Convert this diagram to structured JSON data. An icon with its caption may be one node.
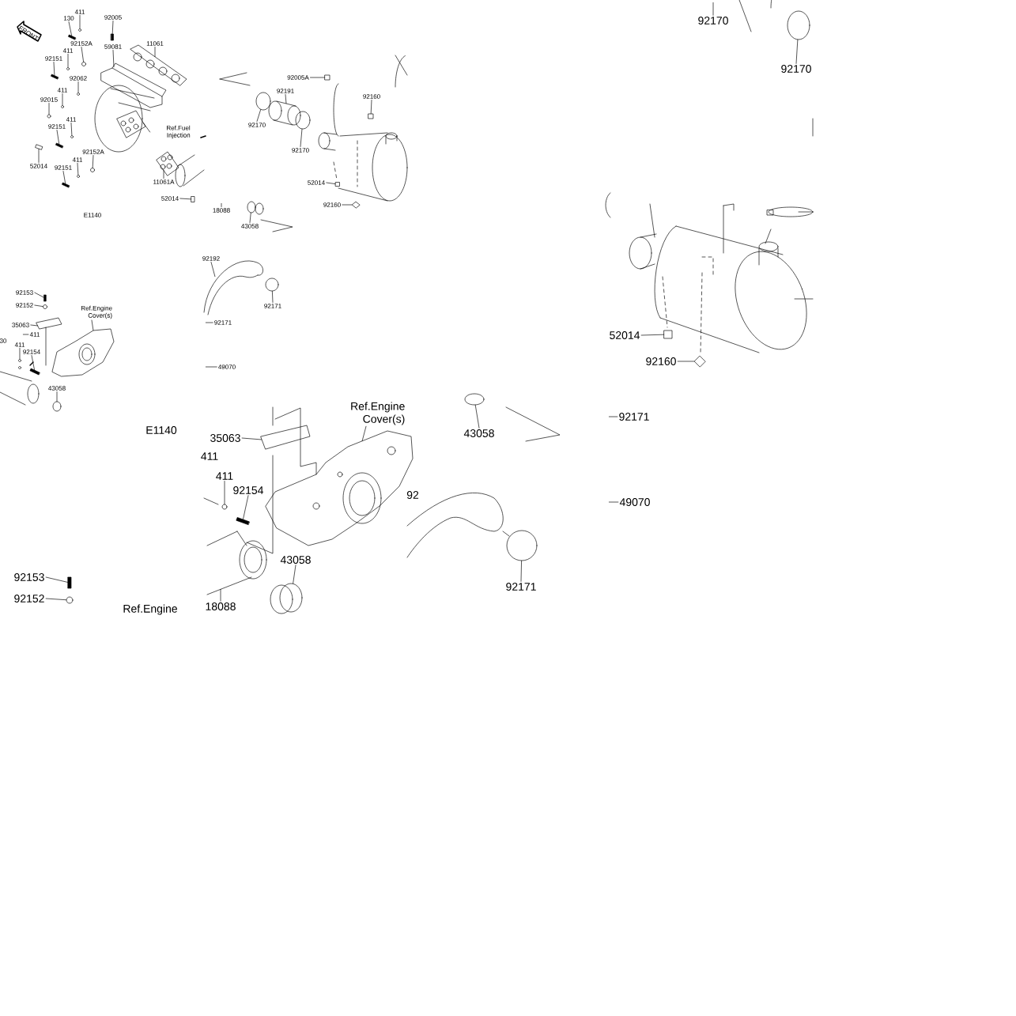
{
  "diagram": {
    "nodes": [
      {
        "text": [
          "130"
        ]
      },
      {
        "text": [
          "411"
        ]
      },
      {
        "text": [
          "92005"
        ]
      },
      {
        "text": [
          "92152A"
        ]
      },
      {
        "text": [
          "411"
        ]
      },
      {
        "text": [
          "92151"
        ]
      },
      {
        "text": [
          "59081"
        ]
      },
      {
        "text": [
          "11061"
        ]
      },
      {
        "text": [
          "92062"
        ]
      },
      {
        "text": [
          "411"
        ]
      },
      {
        "text": [
          "92015"
        ]
      },
      {
        "text": [
          "411"
        ]
      },
      {
        "text": [
          "92151"
        ]
      },
      {
        "text": [
          "Ref.Fuel Injection"
        ]
      },
      {
        "text": [
          "92152A"
        ]
      },
      {
        "text": [
          "411"
        ]
      },
      {
        "text": [
          "92151"
        ]
      },
      {
        "text": [
          "52014"
        ]
      },
      {
        "text": [
          "11061A"
        ]
      },
      {
        "text": [
          "52014"
        ]
      },
      {
        "text": [
          "92005A"
        ]
      },
      {
        "text": [
          "92191"
        ]
      },
      {
        "text": [
          "92170"
        ]
      },
      {
        "text": [
          "92170"
        ]
      },
      {
        "text": [
          "92160"
        ]
      },
      {
        "text": [
          "52014"
        ]
      },
      {
        "text": [
          "92160"
        ]
      },
      {
        "text": [
          "18088"
        ]
      },
      {
        "text": [
          "43058"
        ]
      },
      {
        "text": [
          "92153"
        ]
      },
      {
        "text": [
          "92152"
        ]
      },
      {
        "text": [
          "Ref.Engine Cover(s)"
        ]
      },
      {
        "text": [
          "35063"
        ]
      },
      {
        "text": [
          "411"
        ]
      },
      {
        "text": [
          "411"
        ]
      },
      {
        "text": [
          "92154"
        ]
      },
      {
        "text": [
          "43058"
        ]
      },
      {
        "text": [
          "92192"
        ]
      },
      {
        "text": [
          "92171"
        ]
      },
      {
        "text": [
          "92171"
        ]
      },
      {
        "text": [
          "49070"
        ]
      },
      {
        "text": [
          "Ref.Engine Cover(s)"
        ]
      },
      {
        "text": [
          "35063"
        ]
      },
      {
        "text": [
          "411"
        ]
      },
      {
        "text": [
          "92154"
        ]
      },
      {
        "text": [
          "43058"
        ]
      },
      {
        "text": [
          "18088"
        ]
      },
      {
        "text": [
          "43058"
        ]
      },
      {
        "text": [
          "92171"
        ]
      },
      {
        "text": [
          "92170"
        ]
      },
      {
        "text": [
          "92170"
        ]
      },
      {
        "text": [
          "52014"
        ]
      },
      {
        "text": [
          "92160"
        ]
      },
      {
        "text": [
          "92171"
        ]
      },
      {
        "text": [
          "49070"
        ]
      },
      {
        "text": [
          "92153"
        ]
      },
      {
        "text": [
          "92152"
        ]
      },
      {
        "text": [],
        "shape": "bolt"
      },
      {
        "text": [],
        "shape": "circle"
      },
      {
        "text": [],
        "shape": "bolt"
      },
      {
        "text": [],
        "shape": "circle"
      },
      {
        "text": [],
        "shape": "circle"
      },
      {
        "text": [],
        "shape": "bolt"
      },
      {
        "text": [],
        "shape": "picture"
      },
      {
        "text": [],
        "shape": "picture"
      },
      {
        "text": [],
        "shape": "circle"
      },
      {
        "text": [],
        "shape": "circle"
      },
      {
        "text": [],
        "shape": "circle"
      },
      {
        "text": [],
        "shape": "circle"
      },
      {
        "text": [],
        "shape": "bolt"
      },
      {
        "text": [],
        "shape": "circle"
      },
      {
        "text": [],
        "shape": "circle"
      },
      {
        "text": [],
        "shape": "bolt"
      },
      {
        "text": [],
        "shape": "box"
      },
      {
        "text": [],
        "shape": "picture"
      },
      {
        "text": [],
        "shape": "box"
      },
      {
        "text": [],
        "shape": "box"
      },
      {
        "text": [],
        "shape": "picture"
      },
      {
        "text": [],
        "shape": "circle"
      },
      {
        "text": [],
        "shape": "circle"
      },
      {
        "text": [],
        "shape": "box"
      },
      {
        "text": [],
        "shape": "box"
      },
      {
        "text": [],
        "shape": "diamond"
      },
      {
        "text": [],
        "shape": "circle"
      },
      {
        "text": [],
        "shape": "bolt"
      },
      {
        "text": [],
        "shape": "circle"
      },
      {
        "text": [],
        "shape": "picture"
      },
      {
        "text": [],
        "shape": "picture"
      },
      {
        "text": [],
        "shape": "circle"
      },
      {
        "text": [],
        "shape": "bolt"
      },
      {
        "text": [],
        "shape": "circle"
      },
      {
        "text": [],
        "shape": "picture"
      },
      {
        "text": [],
        "shape": "circle"
      },
      {
        "text": [],
        "shape": "picture"
      },
      {
        "text": [],
        "shape": "picture"
      },
      {
        "text": [],
        "shape": "circle"
      },
      {
        "text": [],
        "shape": "bolt"
      },
      {
        "text": [],
        "shape": "circle"
      },
      {
        "text": [],
        "shape": "picture"
      },
      {
        "text": [],
        "shape": "circle"
      },
      {
        "text": [],
        "shape": "circle"
      },
      {
        "text": [],
        "shape": "circle"
      },
      {
        "text": [],
        "shape": "box"
      },
      {
        "text": [],
        "shape": "diamond"
      },
      {
        "text": [],
        "shape": "bolt"
      },
      {
        "text": [],
        "shape": "circle"
      },
      {
        "text": [],
        "shape": "picture"
      }
    ],
    "edges": [
      {
        "from": 0,
        "to": 57,
        "arrow": "none"
      },
      {
        "from": 1,
        "to": 58,
        "arrow": "none"
      },
      {
        "from": 2,
        "to": 59,
        "arrow": "none"
      },
      {
        "from": 3,
        "to": 60,
        "arrow": "none"
      },
      {
        "from": 4,
        "to": 61,
        "arrow": "none"
      },
      {
        "from": 5,
        "to": 62,
        "arrow": "none"
      },
      {
        "from": 6,
        "to": 63,
        "arrow": "none"
      },
      {
        "from": 7,
        "to": 64,
        "arrow": "none"
      },
      {
        "from": 8,
        "to": 65,
        "arrow": "none"
      },
      {
        "from": 9,
        "to": 66,
        "arrow": "none"
      },
      {
        "from": 10,
        "to": 67,
        "arrow": "none"
      },
      {
        "from": 11,
        "to": 68,
        "arrow": "none"
      },
      {
        "from": 12,
        "to": 69,
        "arrow": "none"
      },
      {
        "from": 13,
        "to": 106,
        "arrow": "none"
      },
      {
        "from": 14,
        "to": 70,
        "arrow": "none"
      },
      {
        "from": 15,
        "to": 71,
        "arrow": "none"
      },
      {
        "from": 16,
        "to": 72,
        "arrow": "none"
      },
      {
        "from": 17,
        "to": 73,
        "arrow": "none"
      },
      {
        "from": 18,
        "to": 74,
        "arrow": "none"
      },
      {
        "from": 19,
        "to": 75,
        "arrow": "none"
      },
      {
        "from": 20,
        "to": 76,
        "arrow": "none"
      },
      {
        "from": 21,
        "to": 77,
        "arrow": "none"
      },
      {
        "from": 22,
        "to": 78,
        "arrow": "none"
      },
      {
        "from": 23,
        "to": 79,
        "arrow": "none"
      },
      {
        "from": 24,
        "to": 80,
        "arrow": "none"
      },
      {
        "from": 25,
        "to": 81,
        "arrow": "none"
      },
      {
        "from": 26,
        "to": 82,
        "arrow": "none"
      },
      {
        "from": 27,
        "to": null,
        "arrow": "none"
      },
      {
        "from": 28,
        "to": 83,
        "arrow": "none"
      },
      {
        "from": 29,
        "to": 84,
        "arrow": "none"
      },
      {
        "from": 30,
        "to": 85,
        "arrow": "none"
      },
      {
        "from": 31,
        "to": 86,
        "arrow": "none"
      },
      {
        "from": 32,
        "to": 87,
        "arrow": "none"
      },
      {
        "from": 33,
        "to": null,
        "arrow": "none"
      },
      {
        "from": 34,
        "to": 88,
        "arrow": "none"
      },
      {
        "from": 35,
        "to": 89,
        "arrow": "none"
      },
      {
        "from": 36,
        "to": 90,
        "arrow": "none"
      },
      {
        "from": 37,
        "to": 91,
        "arrow": "none"
      },
      {
        "from": 38,
        "to": 92,
        "arrow": "none"
      },
      {
        "from": 39,
        "to": null,
        "arrow": "none"
      },
      {
        "from": 40,
        "to": null,
        "arrow": "none"
      },
      {
        "from": 41,
        "to": 93,
        "arrow": "none"
      },
      {
        "from": 42,
        "to": 94,
        "arrow": "none"
      },
      {
        "from": 43,
        "to": 95,
        "arrow": "none"
      },
      {
        "from": 44,
        "to": 96,
        "arrow": "none"
      },
      {
        "from": 45,
        "to": 97,
        "arrow": "none"
      },
      {
        "from": 46,
        "to": 98,
        "arrow": "none"
      },
      {
        "from": 47,
        "to": 99,
        "arrow": "none"
      },
      {
        "from": 48,
        "to": 100,
        "arrow": "none"
      },
      {
        "from": 49,
        "to": null,
        "arrow": "none"
      },
      {
        "from": 50,
        "to": 101,
        "arrow": "none"
      },
      {
        "from": 51,
        "to": 102,
        "arrow": "none"
      },
      {
        "from": 52,
        "to": 103,
        "arrow": "none"
      },
      {
        "from": 53,
        "to": null,
        "arrow": "none"
      },
      {
        "from": 54,
        "to": null,
        "arrow": "none"
      },
      {
        "from": 55,
        "to": 104,
        "arrow": "none"
      },
      {
        "from": 56,
        "to": 105,
        "arrow": "none"
      }
    ],
    "labels": [
      "FRONT",
      "E1140",
      "30",
      "E1140",
      "411",
      "92",
      "Ref.Engine"
    ]
  }
}
